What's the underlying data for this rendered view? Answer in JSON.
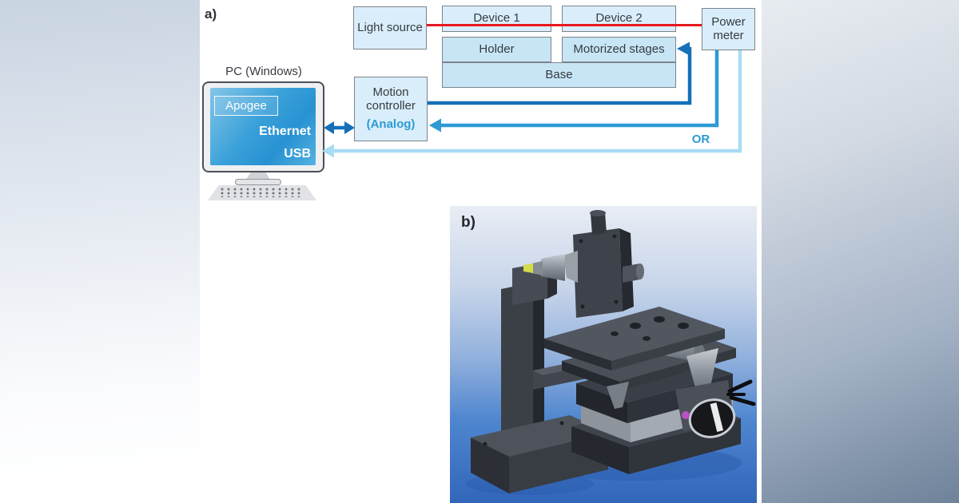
{
  "figure_labels": {
    "a": "a)",
    "b": "b)"
  },
  "diagram": {
    "boxes": {
      "light_source": "Light source",
      "device1": "Device 1",
      "device2": "Device 2",
      "holder": "Holder",
      "motorized_stages": "Motorized stages",
      "base": "Base",
      "power_meter": "Power meter",
      "motion_controller": "Motion controller",
      "motion_controller_mode": "(Analog)"
    },
    "pc": {
      "title": "PC (Windows)",
      "app": "Apogee",
      "ethernet": "Ethernet",
      "usb": "USB"
    },
    "or_label": "OR",
    "connections": [
      {
        "from": "Light source",
        "to": "Power meter",
        "via": "Device 1, Device 2",
        "type": "laser beam",
        "color": "#e8191f"
      },
      {
        "from": "Motion controller",
        "to": "Motorized stages",
        "type": "drive signal",
        "color": "#1470b8"
      },
      {
        "from": "PC Ethernet",
        "to": "Motion controller",
        "type": "bidirectional",
        "color": "#1470b8"
      },
      {
        "from": "Power meter",
        "to": "Motion controller (Analog)",
        "type": "analog",
        "color": "#2d9ad4"
      },
      {
        "from": "Power meter",
        "to": "PC USB",
        "type": "OR alternative",
        "color": "#a9dcf5"
      }
    ]
  },
  "photo": {
    "label": "b)"
  },
  "colors": {
    "laser_red": "#e8191f",
    "blue_dark": "#1470b8",
    "blue_mid": "#2d9ad4",
    "blue_light": "#a9dcf5",
    "box_fill": "#d9eefa",
    "box_fill_dark": "#c7e5f5",
    "screen_blue": "#2e9ad5",
    "photo_bg_top": "#e9edf4",
    "photo_bg_bottom": "#3166ba",
    "machine_gray": "#3a3f47",
    "accent_yellow": "#d6db46",
    "accent_magenta": "#bc50c7"
  }
}
